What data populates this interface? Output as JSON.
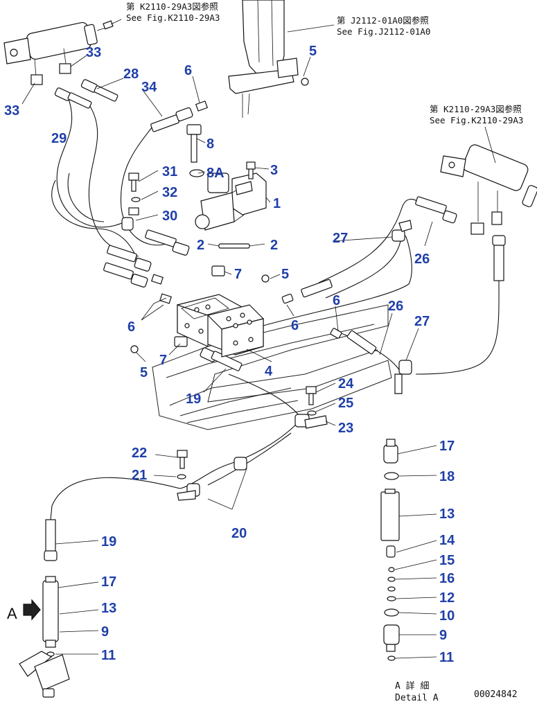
{
  "references": {
    "top_left_jp": "第 K2110-29A3図参照",
    "top_left_en": "See Fig.K2110-29A3",
    "top_mid_jp": "第 J2112-01A0図参照",
    "top_mid_en": "See Fig.J2112-01A0",
    "right_jp": "第 K2110-29A3図参照",
    "right_en": "See Fig.K2110-29A3"
  },
  "callouts": {
    "c1": "1",
    "c2a": "2",
    "c2b": "2",
    "c3": "3",
    "c4": "4",
    "c5a": "5",
    "c5b": "5",
    "c5c": "5",
    "c6a": "6",
    "c6b": "6",
    "c6c": "6",
    "c6d": "6",
    "c7a": "7",
    "c7b": "7",
    "c8": "8",
    "c8a": "8A",
    "c9a": "9",
    "c9b": "9",
    "c10": "10",
    "c11a": "11",
    "c11b": "11",
    "c12": "12",
    "c13a": "13",
    "c13b": "13",
    "c14": "14",
    "c15": "15",
    "c16": "16",
    "c17a": "17",
    "c17b": "17",
    "c18": "18",
    "c19a": "19",
    "c19b": "19",
    "c20": "20",
    "c21": "21",
    "c22": "22",
    "c23": "23",
    "c24": "24",
    "c25": "25",
    "c26a": "26",
    "c26b": "26",
    "c27a": "27",
    "c27b": "27",
    "c28": "28",
    "c29": "29",
    "c30": "30",
    "c31": "31",
    "c32": "32",
    "c33a": "33",
    "c33b": "33",
    "c34": "34"
  },
  "detail": {
    "view_letter": "A",
    "caption_jp": "A 詳 細",
    "caption_en": "Detail A"
  },
  "drawing_number": "00024842",
  "colors": {
    "callout": "#1f3fa8",
    "line": "#111111",
    "background": "#ffffff"
  }
}
